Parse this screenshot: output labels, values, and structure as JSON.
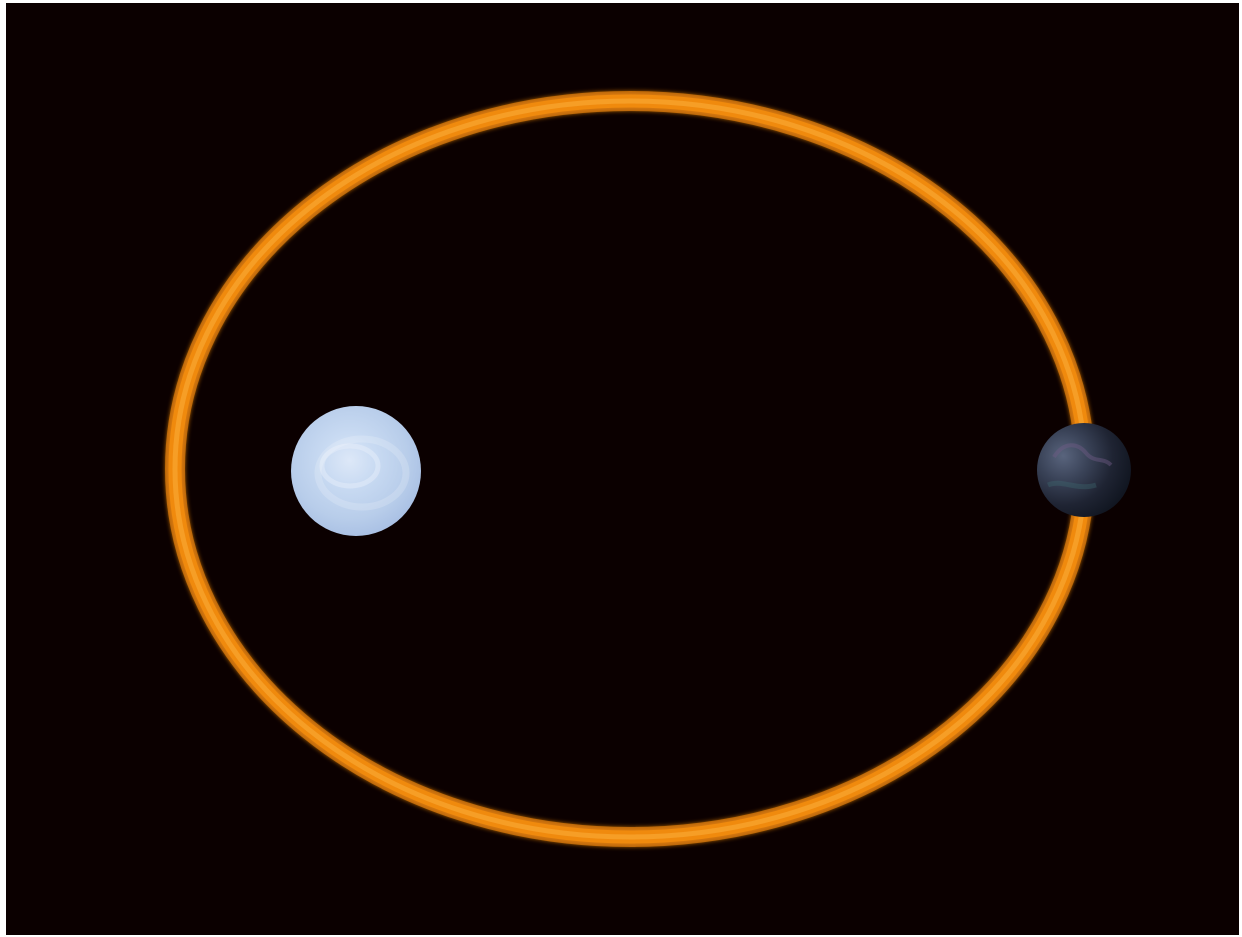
{
  "figure": {
    "type": "orbit-diagram",
    "colors": {
      "background": "#0b0000",
      "orbit": "#f08a10",
      "orbit_core": "#f7a12a",
      "star": "#c6d8f2",
      "star_highlight": "#e8f0fb",
      "planet": "#3a4256",
      "planet_dark": "#111621"
    },
    "orbit": {
      "shape": "ellipse",
      "focus_object": "star",
      "planet_position": "aphelion"
    },
    "star": {
      "icon": "star-circle-icon"
    },
    "planet": {
      "icon": "planet-sphere-icon"
    }
  }
}
